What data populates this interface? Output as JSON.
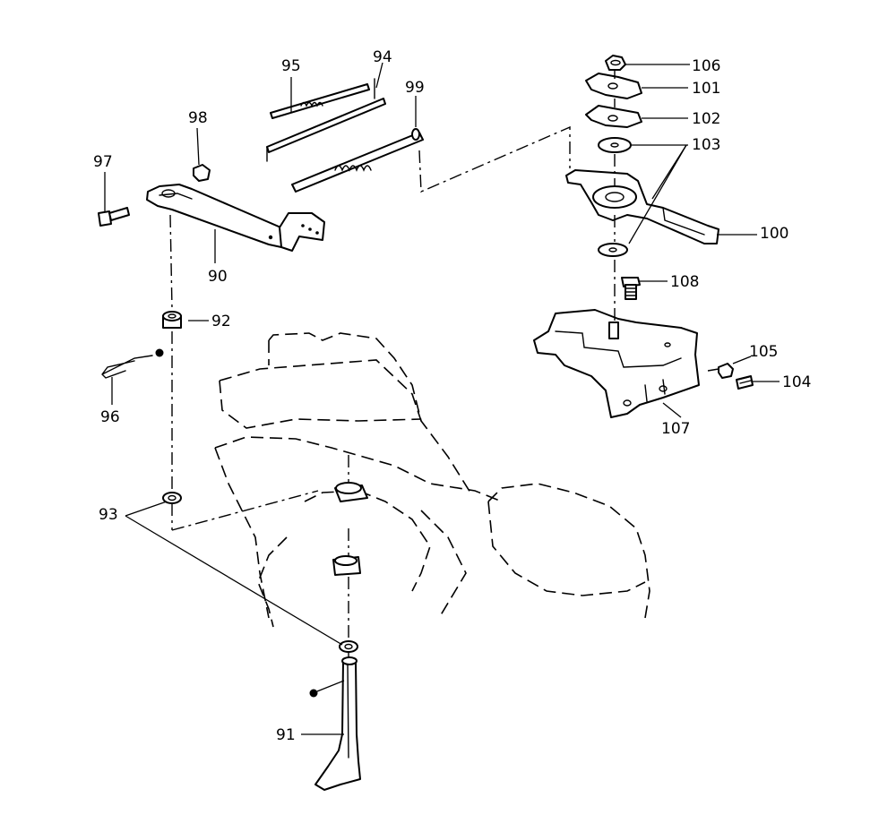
{
  "callouts": {
    "c90": "90",
    "c91": "91",
    "c92": "92",
    "c93": "93",
    "c94": "94",
    "c95": "95",
    "c96": "96",
    "c97": "97",
    "c98": "98",
    "c99": "99",
    "c100": "100",
    "c101": "101",
    "c102": "102",
    "c103": "103",
    "c104": "104",
    "c105": "105",
    "c106": "106",
    "c107": "107",
    "c108": "108"
  }
}
